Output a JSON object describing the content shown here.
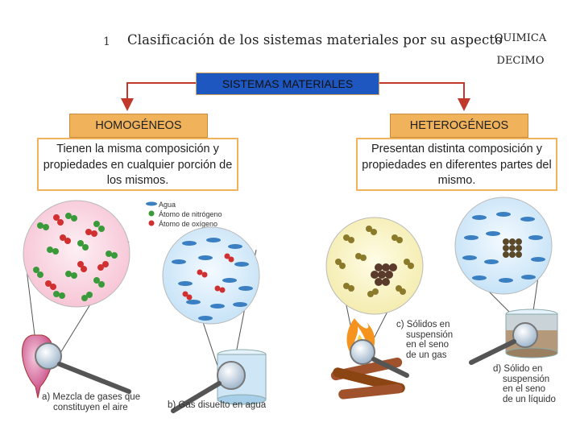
{
  "header": {
    "number": "1",
    "title": "Clasificación de los sistemas materiales por su aspecto",
    "subject_line1": "QUIMICA",
    "subject_line2": "DECIMO"
  },
  "root": {
    "label": "SISTEMAS MATERIALES"
  },
  "homogeneous": {
    "title": "HOMOGÉNEOS",
    "description": "Tienen la misma composición y propiedades en cualquier porción de los mismos."
  },
  "heterogeneous": {
    "title": "HETEROGÉNEOS",
    "description": "Presentan distinta composición y propiedades en diferentes partes del mismo."
  },
  "legend": {
    "water": "Agua",
    "nitrogen": "Átomo de nitrógeno",
    "oxygen": "Átomo de oxígeno"
  },
  "captions": {
    "a_line1": "a) Mezcla de gases que",
    "a_line2": "constituyen el aire",
    "b": "b) Gas disuelto en agua",
    "c_line1": "c) Sólidos en",
    "c_line2": "suspensión",
    "c_line3": "en el seno",
    "c_line4": "de un gas",
    "d_line1": "d) Sólido en",
    "d_line2": "suspensión",
    "d_line3": "en el seno",
    "d_line4": "de un líquido"
  },
  "colors": {
    "root_fill": "#1f57c0",
    "category_fill": "#f0b25a",
    "arrow": "#c0392b",
    "nitrogen": "#3a9a3a",
    "oxygen": "#d03030",
    "water": "#3a7fc2"
  }
}
